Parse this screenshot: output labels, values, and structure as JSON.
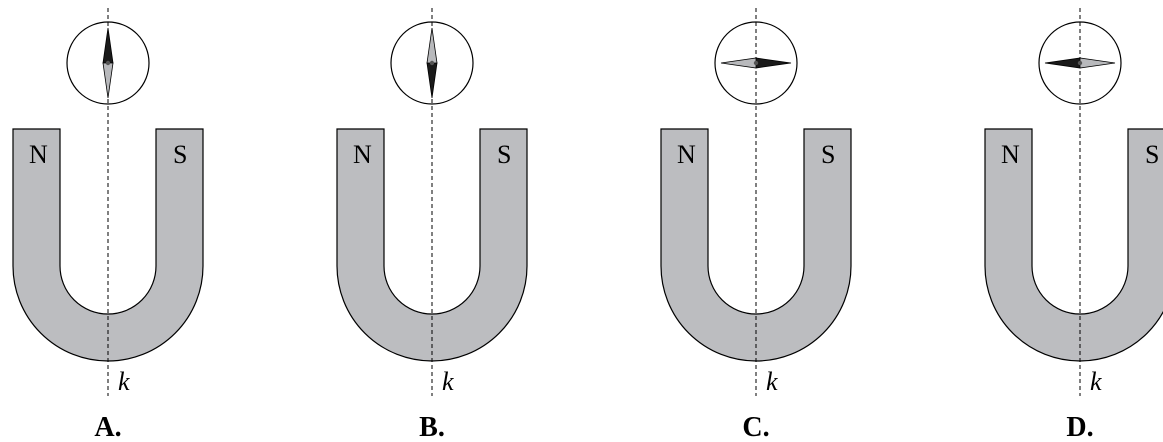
{
  "axis_label": "k",
  "options": [
    {
      "label": "A.",
      "needle_dark_points": "up",
      "pole_left": "N",
      "pole_right": "S"
    },
    {
      "label": "B.",
      "needle_dark_points": "down",
      "pole_left": "N",
      "pole_right": "S"
    },
    {
      "label": "C.",
      "needle_dark_points": "right",
      "pole_left": "N",
      "pole_right": "S"
    },
    {
      "label": "D.",
      "needle_dark_points": "left",
      "pole_left": "N",
      "pole_right": "S"
    }
  ],
  "colors": {
    "magnet_fill": "#bcbdc0",
    "needle_dark": "#1a1a1a",
    "needle_light": "#b8b9bc",
    "outline": "#000000"
  }
}
